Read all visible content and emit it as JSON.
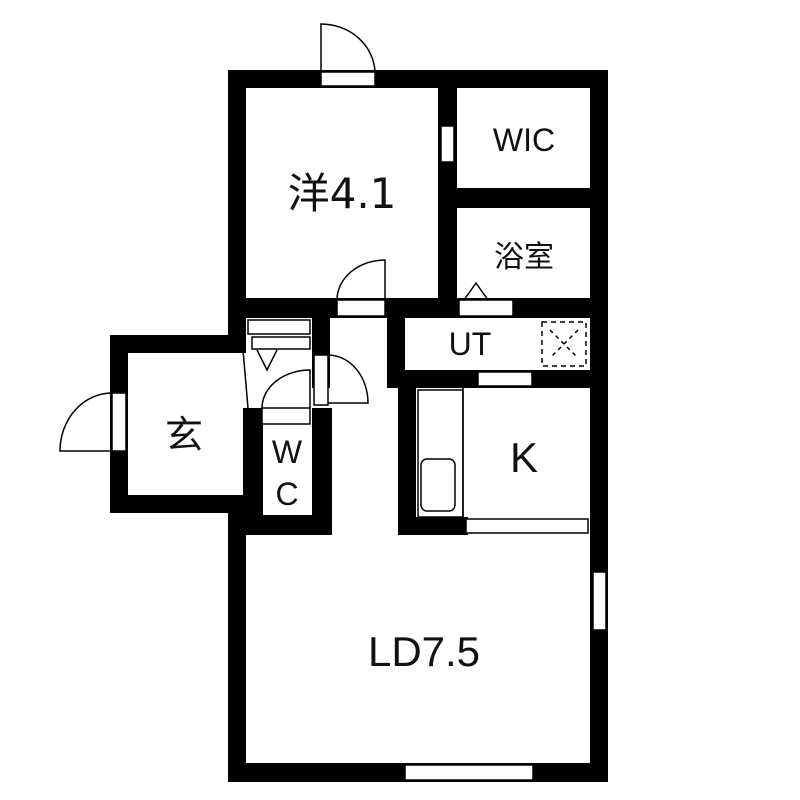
{
  "floor_plan": {
    "colors": {
      "wall": "#000000",
      "background": "#ffffff",
      "fixture_line": "#111111"
    },
    "rooms": [
      {
        "id": "western-room",
        "label": "洋4.1",
        "type": "Western-style room",
        "size_jo": 4.1
      },
      {
        "id": "wic",
        "label": "WIC",
        "type": "Walk-in closet"
      },
      {
        "id": "bathroom",
        "label": "浴室",
        "type": "Bathroom"
      },
      {
        "id": "utility",
        "label": "UT",
        "type": "Utility / washroom"
      },
      {
        "id": "entrance",
        "label": "玄",
        "type": "Entrance (genkan)"
      },
      {
        "id": "toilet",
        "label_line1": "W",
        "label_line2": "C",
        "type": "Toilet"
      },
      {
        "id": "kitchen",
        "label": "K",
        "type": "Kitchen"
      },
      {
        "id": "living-dining",
        "label": "LD7.5",
        "type": "Living/Dining",
        "size_jo": 7.5
      }
    ],
    "fixtures": [
      "washing-machine-space",
      "kitchen-sink",
      "shoe-cabinet"
    ]
  }
}
